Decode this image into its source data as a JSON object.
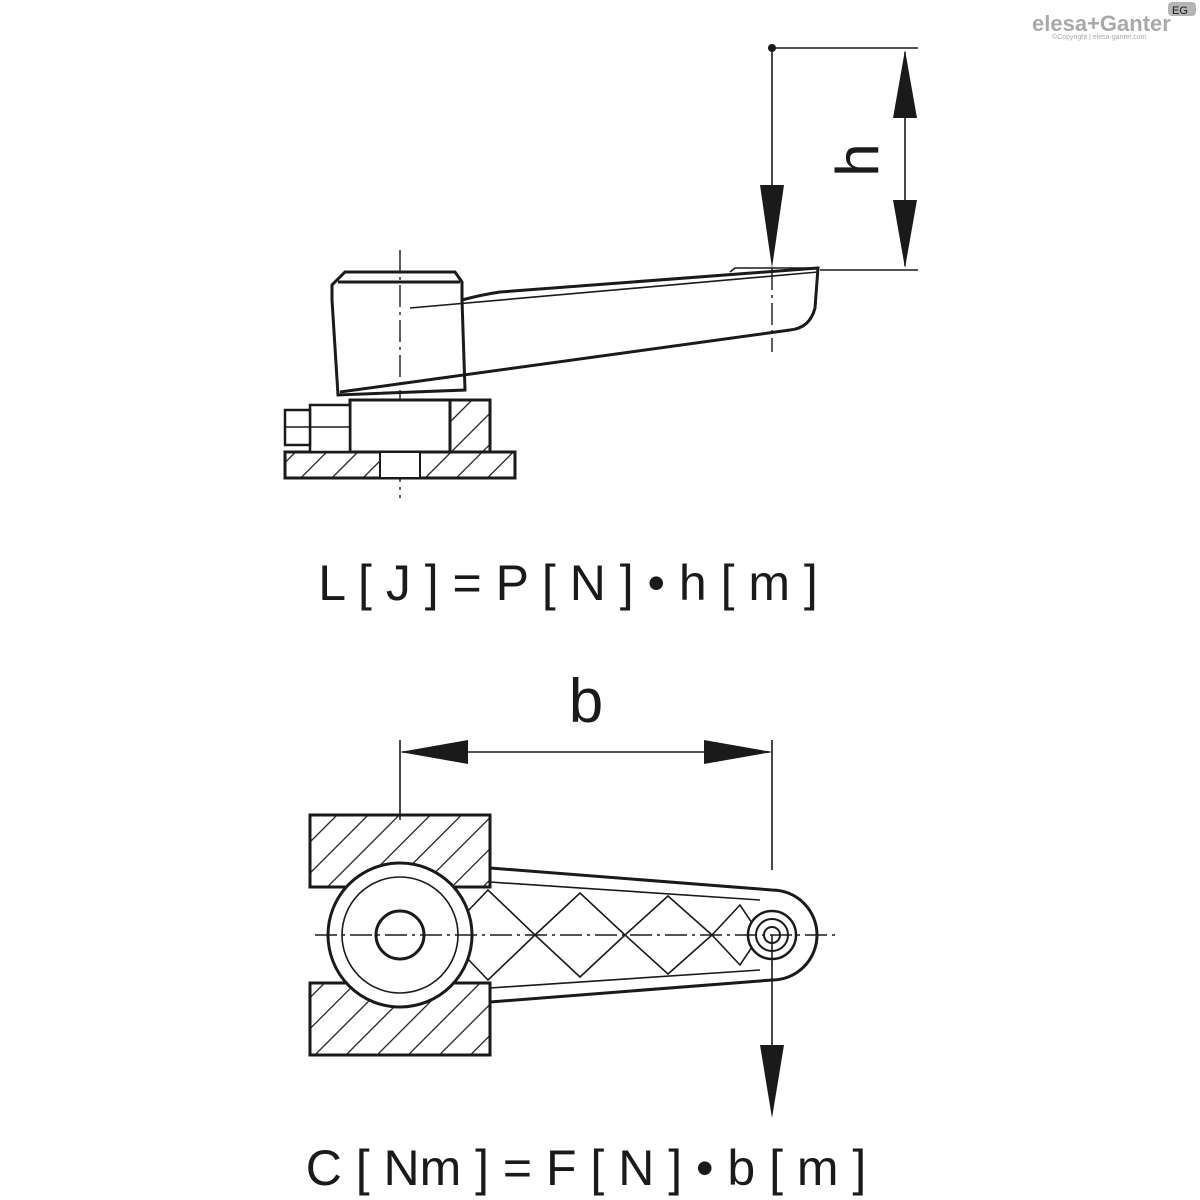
{
  "logo": {
    "brand": "elesa+Ganter",
    "badge": "EG",
    "copyright": "©Copyright | elesa-ganter.com"
  },
  "top_diagram": {
    "dimension_label": "h",
    "formula": "L [ J ] = P [ N ] • h [ m ]"
  },
  "bottom_diagram": {
    "dimension_label": "b",
    "formula": "C [ Nm ] = F [ N ] • b [ m ]"
  },
  "colors": {
    "line": "#1a1a1a",
    "logo": "#a9a9a9"
  }
}
